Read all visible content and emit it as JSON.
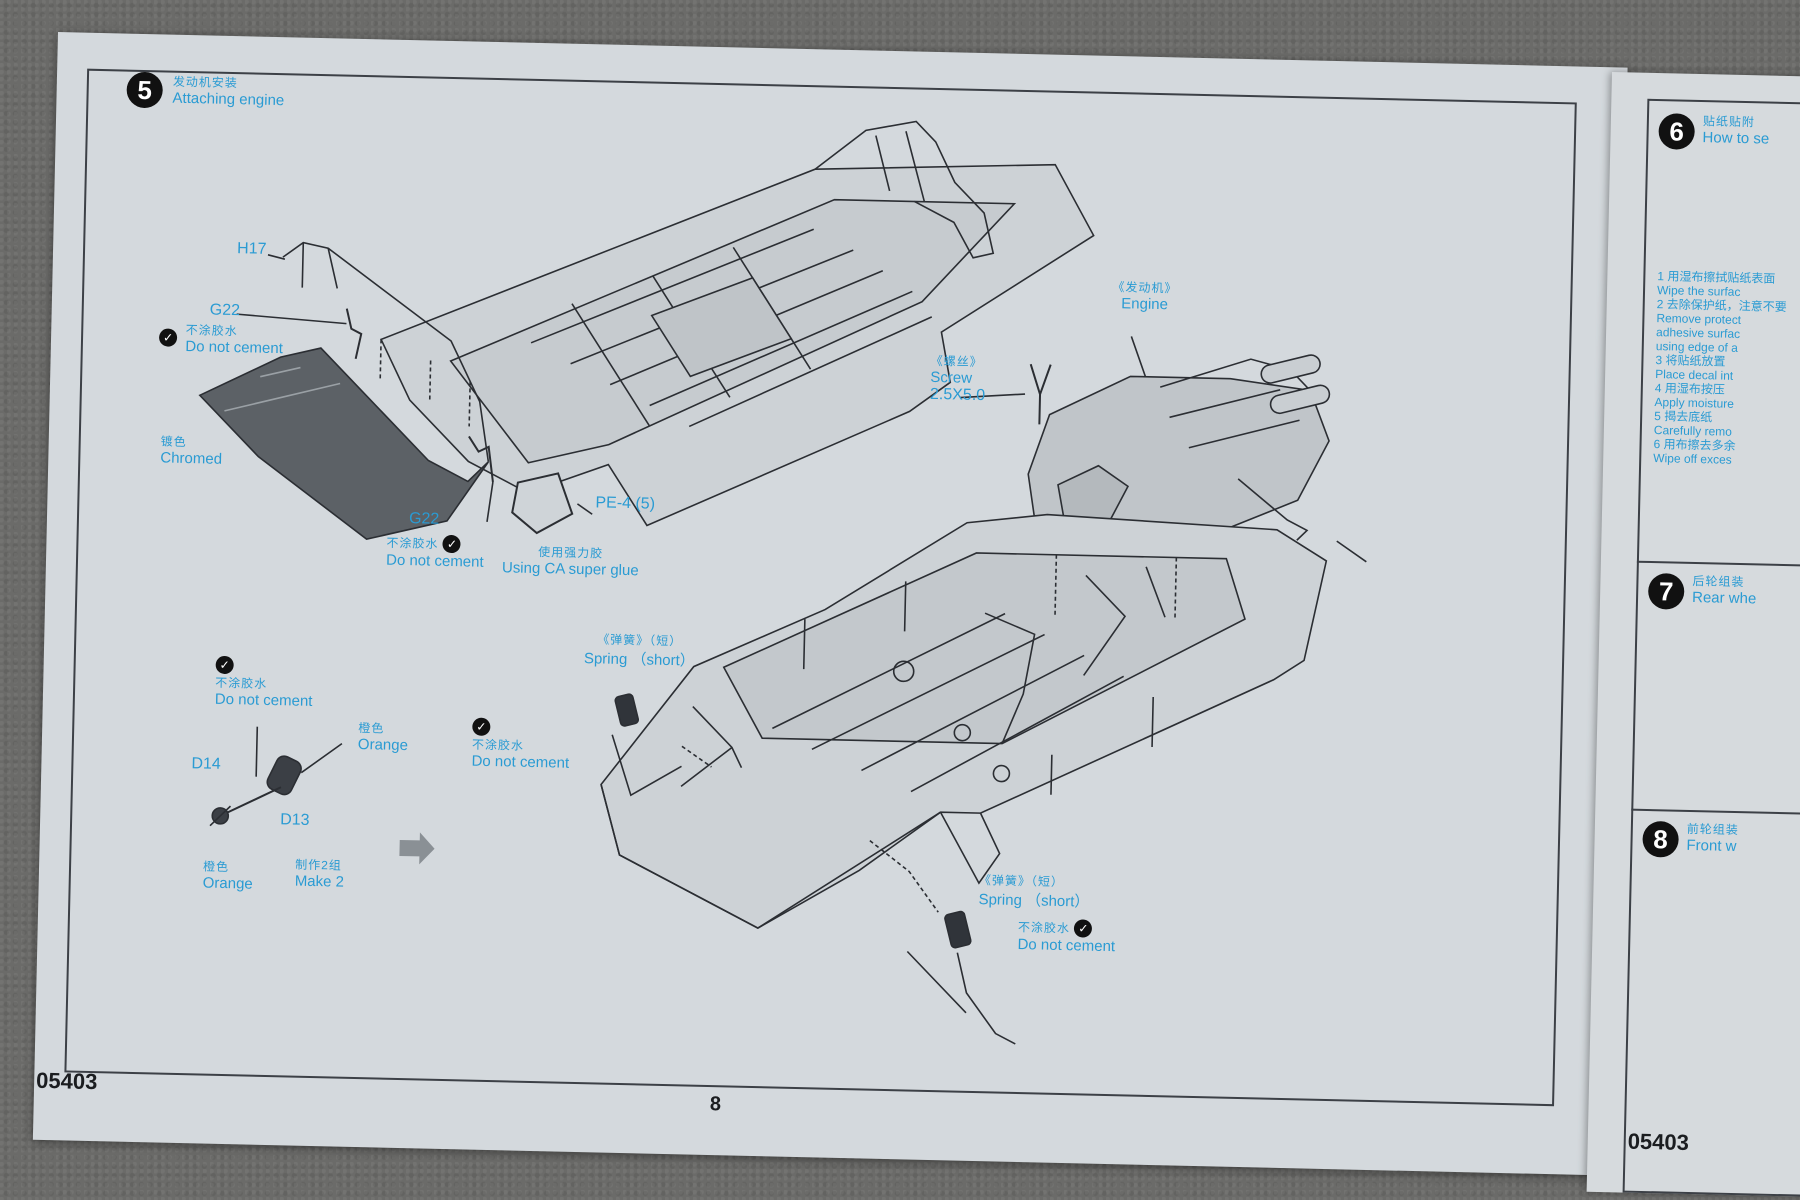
{
  "step5": {
    "number": "5",
    "title_cn": "发动机安装",
    "title_en": "Attaching engine"
  },
  "labels": {
    "h17": "H17",
    "g22_top": "G22",
    "g22_bottom": "G22",
    "pe4": "PE-4 (5)",
    "d14": "D14",
    "d13": "D13",
    "screw_cn": "《螺丝》",
    "screw_en": "Screw",
    "screw_size": "2.5X5.0",
    "engine_cn": "《发动机》",
    "engine_en": "Engine",
    "chromed_cn": "镀色",
    "chromed_en": "Chromed",
    "orange_cn": "橙色",
    "orange_en": "Orange",
    "make2_cn": "制作2组",
    "make2_en": "Make 2",
    "ca_glue_cn": "使用强力胶",
    "ca_glue_en": "Using CA super glue",
    "spring_cn": "《弹簧》（短）",
    "spring_en": "Spring （short）",
    "no_cement_cn": "不涂胶水",
    "no_cement_en": "Do not cement",
    "no_cement_symbol": "✓"
  },
  "footer": {
    "kit_code_left": "05403",
    "page_number": "8",
    "kit_code_right": "05403"
  },
  "right_page": {
    "step6": {
      "number": "6",
      "title_cn": "贴纸贴附",
      "title_en": "How to se"
    },
    "step7": {
      "number": "7",
      "title_cn": "后轮组装",
      "title_en": "Rear whe"
    },
    "step8": {
      "number": "8",
      "title_cn": "前轮组装",
      "title_en": "Front w"
    },
    "instructions": [
      {
        "n": "1",
        "cn": "用湿布擦拭贴纸表面",
        "en": "Wipe the surfac"
      },
      {
        "n": "2",
        "cn": "去除保护纸，注意不要",
        "en": "Remove protect"
      },
      {
        "n": "",
        "cn": "",
        "en": "adhesive surfac"
      },
      {
        "n": "",
        "cn": "",
        "en": "using edge of a"
      },
      {
        "n": "3",
        "cn": "将贴纸放置",
        "en": "Place decal int"
      },
      {
        "n": "4",
        "cn": "用湿布按压",
        "en": "Apply moisture"
      },
      {
        "n": "5",
        "cn": "揭去底纸",
        "en": "Carefully remo"
      },
      {
        "n": "6",
        "cn": "用布擦去多余",
        "en": "Wipe off exces"
      }
    ]
  },
  "colors": {
    "label_blue": "#2a9bd3",
    "paper": "#d4d9dd",
    "line": "#3c4046"
  }
}
